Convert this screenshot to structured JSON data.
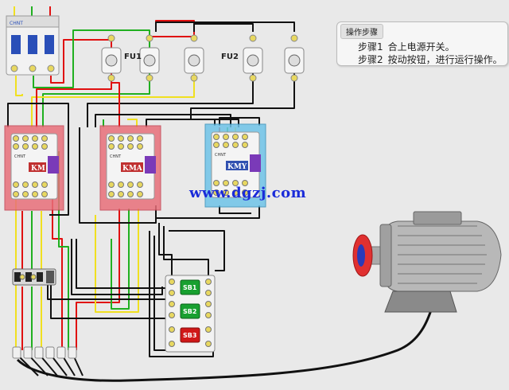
{
  "panel": {
    "title": "操作步骤",
    "steps": [
      {
        "num": "步骤1",
        "text": "合上电源开关。"
      },
      {
        "num": "步骤2",
        "text": "按动按钮，进行运行操作。"
      }
    ]
  },
  "labels": {
    "fu1": "FU1",
    "fu2": "FU2",
    "km": "KM",
    "kma": "KMA",
    "kmy": "KMY",
    "sb1": "SB1",
    "sb2": "SB2",
    "sb3": "SB3",
    "breaker_brand": "CHNT",
    "contactor_brand": "CHNT"
  },
  "watermark": "www.dgzj.com",
  "colors": {
    "wire_red": "#e01010",
    "wire_green": "#20b020",
    "wire_yellow": "#f0e020",
    "wire_black": "#111111",
    "contactor_red": "#e8707a",
    "contactor_blue": "#6fc4e8",
    "btn_green": "#18a030",
    "btn_red": "#d01818",
    "watermark": "#1a2bd9"
  }
}
